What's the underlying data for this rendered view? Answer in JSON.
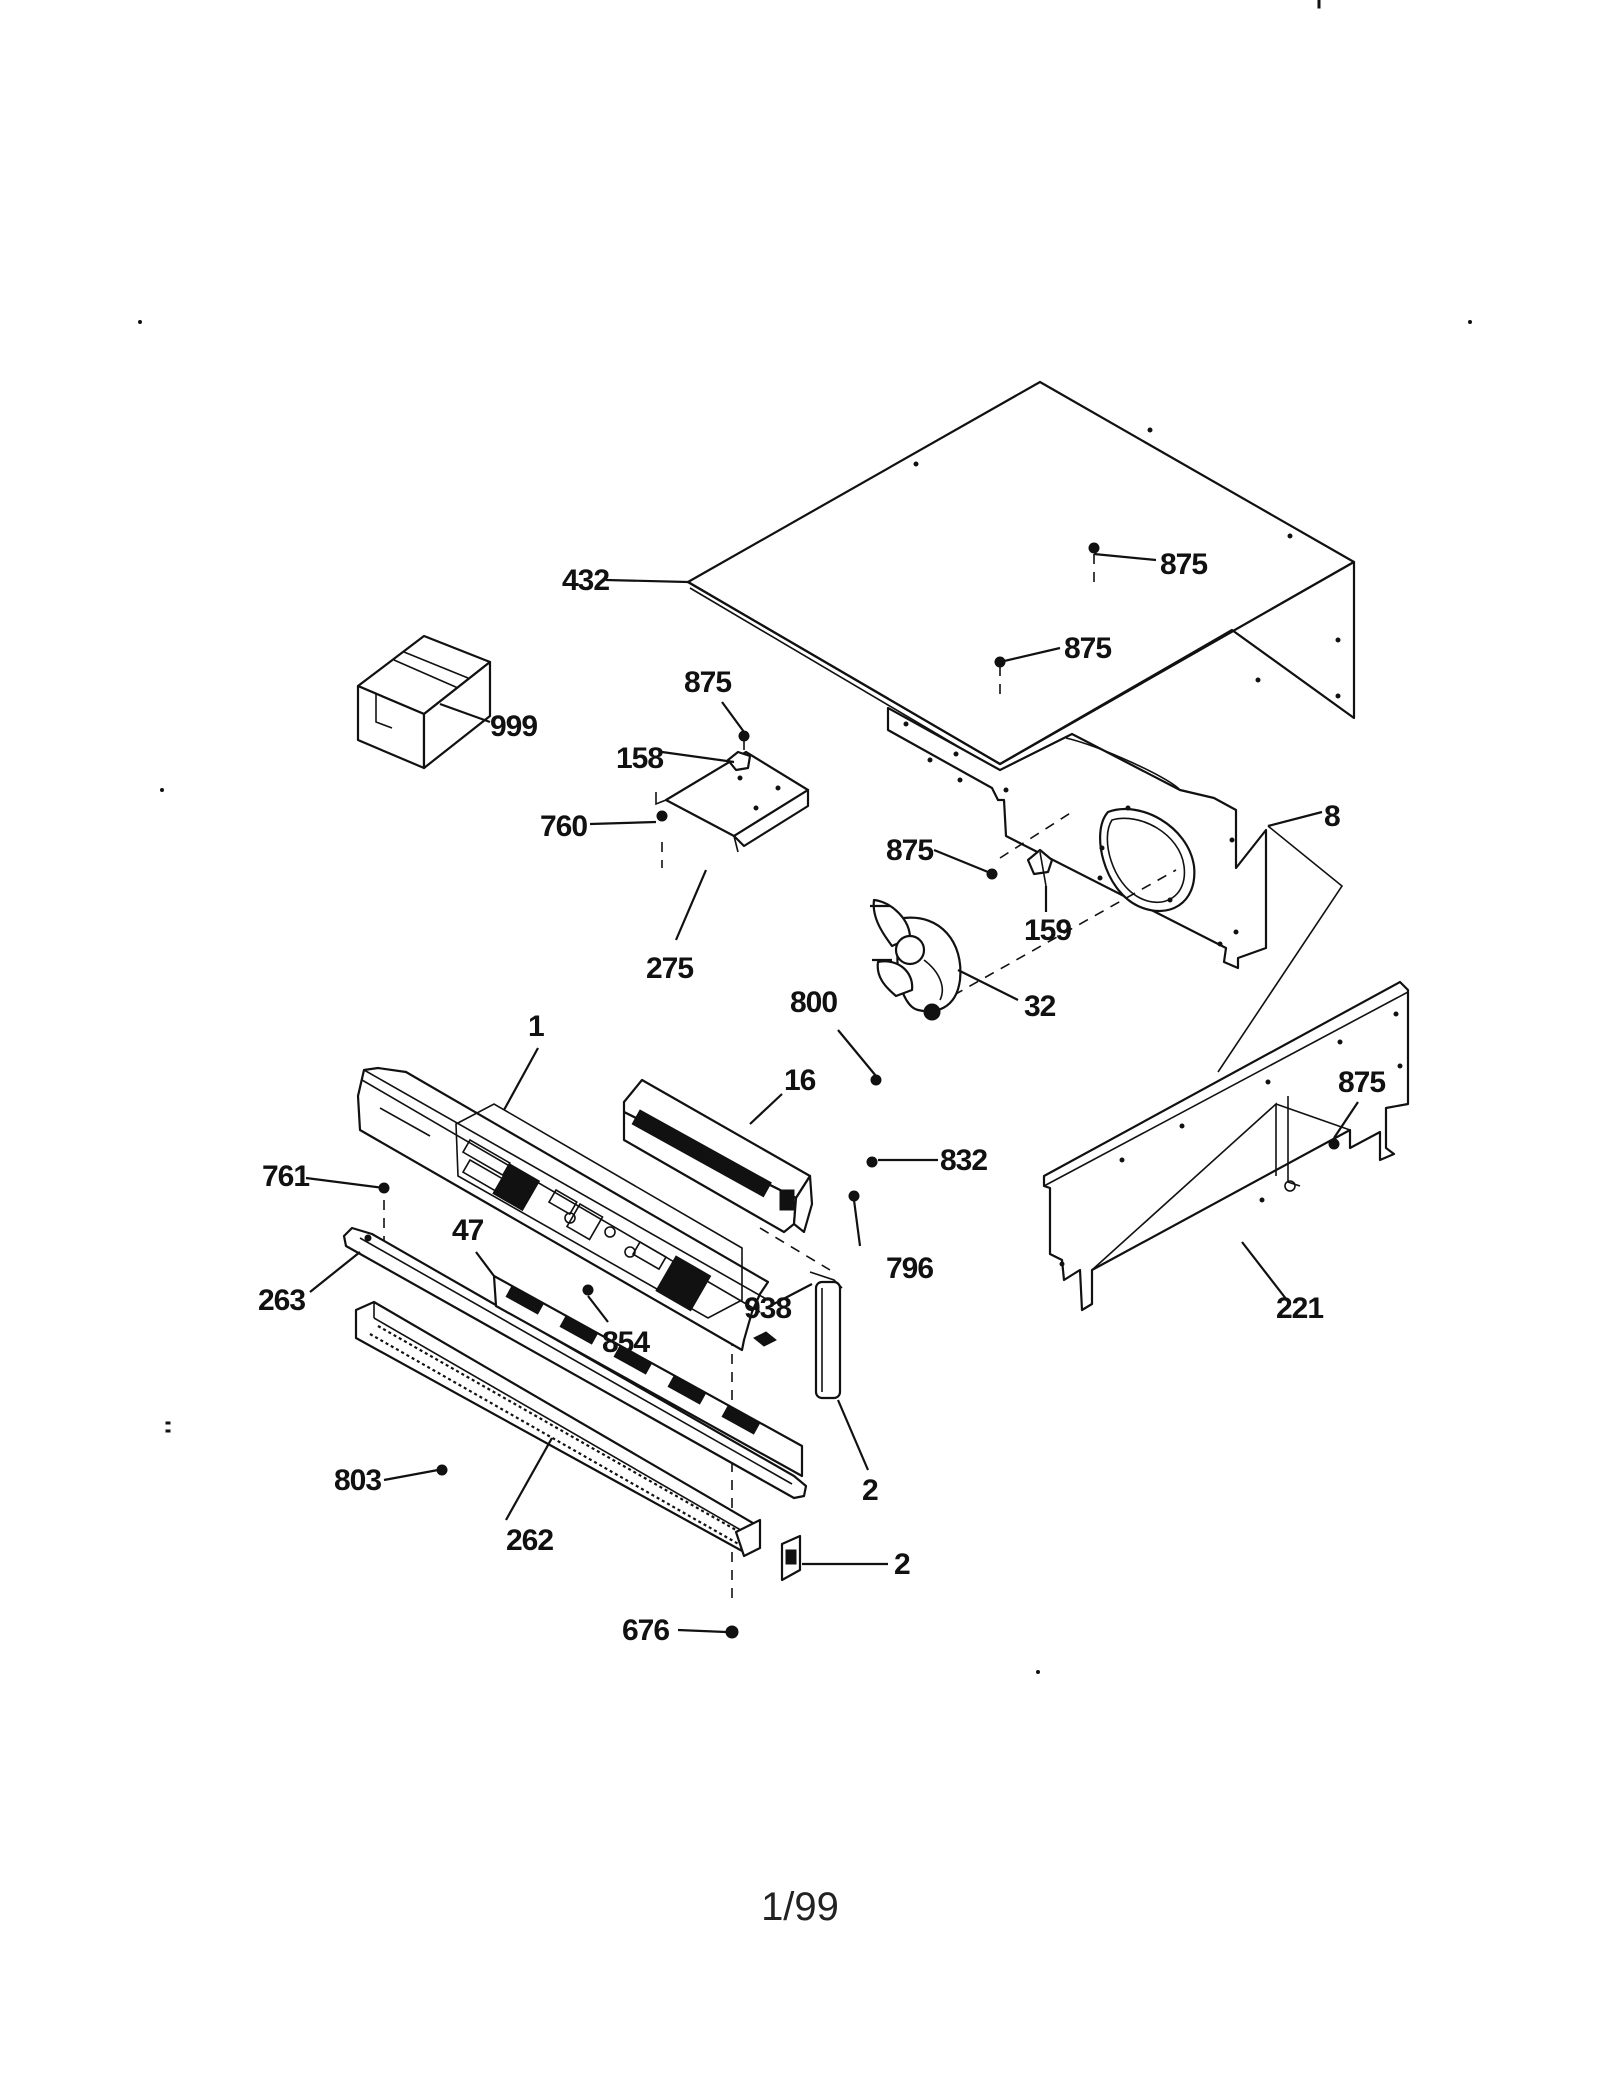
{
  "diagram": {
    "parts": [
      {
        "id": "part-432",
        "label": "432"
      },
      {
        "id": "part-875-a",
        "label": "875"
      },
      {
        "id": "part-875-b",
        "label": "875"
      },
      {
        "id": "part-999",
        "label": "999"
      },
      {
        "id": "part-875-c",
        "label": "875"
      },
      {
        "id": "part-158",
        "label": "158"
      },
      {
        "id": "part-760",
        "label": "760"
      },
      {
        "id": "part-275",
        "label": "275"
      },
      {
        "id": "part-8",
        "label": "8"
      },
      {
        "id": "part-875-d",
        "label": "875"
      },
      {
        "id": "part-159",
        "label": "159"
      },
      {
        "id": "part-800",
        "label": "800"
      },
      {
        "id": "part-32",
        "label": "32"
      },
      {
        "id": "part-1",
        "label": "1"
      },
      {
        "id": "part-16",
        "label": "16"
      },
      {
        "id": "part-875-e",
        "label": "875"
      },
      {
        "id": "part-832",
        "label": "832"
      },
      {
        "id": "part-761",
        "label": "761"
      },
      {
        "id": "part-47",
        "label": "47"
      },
      {
        "id": "part-796",
        "label": "796"
      },
      {
        "id": "part-263",
        "label": "263"
      },
      {
        "id": "part-938",
        "label": "938"
      },
      {
        "id": "part-854",
        "label": "854"
      },
      {
        "id": "part-221",
        "label": "221"
      },
      {
        "id": "part-2-a",
        "label": "2"
      },
      {
        "id": "part-803",
        "label": "803"
      },
      {
        "id": "part-262",
        "label": "262"
      },
      {
        "id": "part-2-b",
        "label": "2"
      },
      {
        "id": "part-676",
        "label": "676"
      }
    ]
  },
  "footer": {
    "page_number": "1/99"
  }
}
